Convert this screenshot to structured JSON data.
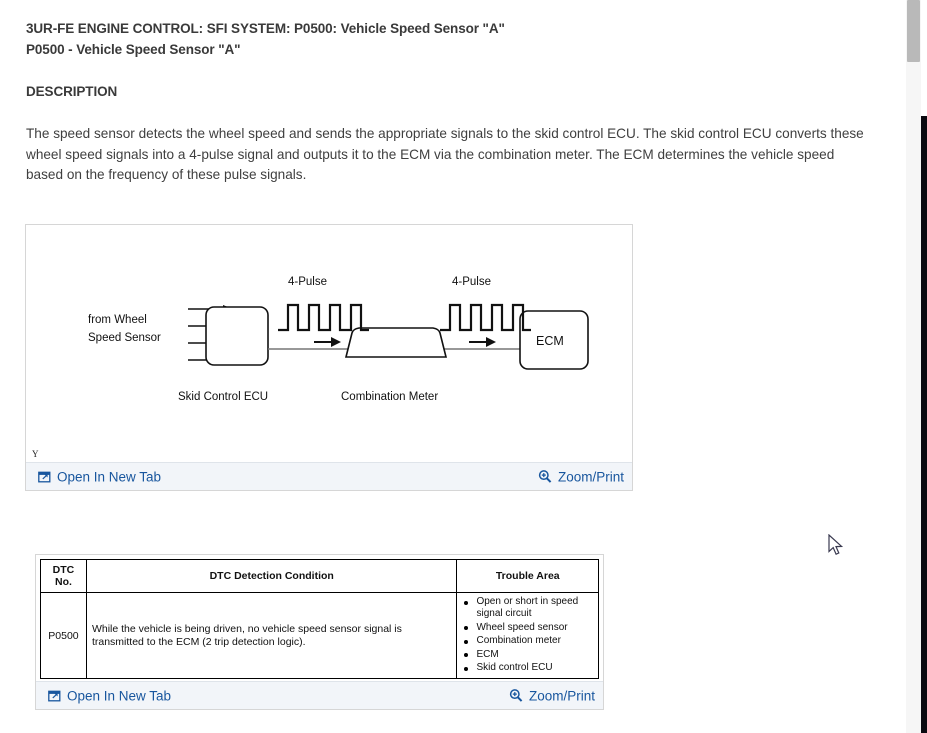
{
  "document": {
    "title": "3UR-FE ENGINE CONTROL: SFI SYSTEM: P0500: Vehicle Speed Sensor \"A\"",
    "subtitle": "P0500 - Vehicle Speed Sensor \"A\"",
    "section_heading": "DESCRIPTION",
    "description": "The speed sensor detects the wheel speed and sends the appropriate signals to the skid control ECU. The skid control ECU converts these wheel speed signals into a 4-pulse signal and outputs it to the ECM via the combination meter. The ECM determines the vehicle speed based on the frequency of these pulse signals."
  },
  "figure": {
    "corner_mark": "Y",
    "labels": {
      "source": "from Wheel\nSpeed Sensor",
      "source_line1": "from Wheel",
      "source_line2": "Speed Sensor",
      "skid_ecu": "Skid Control ECU",
      "combination_meter": "Combination Meter",
      "ecm": "ECM",
      "pulse_left": "4-Pulse",
      "pulse_right": "4-Pulse"
    },
    "footer": {
      "open_label": "Open In New Tab",
      "zoom_label": "Zoom/Print"
    }
  },
  "table_figure": {
    "headers": [
      "DTC\nNo.",
      "DTC Detection Condition",
      "Trouble Area"
    ],
    "header_no_line1": "DTC",
    "header_no_line2": "No.",
    "header_condition": "DTC Detection Condition",
    "header_trouble": "Trouble Area",
    "rows": [
      {
        "dtc_no": "P0500",
        "condition": "While the vehicle is being driven, no vehicle speed sensor signal is transmitted to the ECM (2 trip detection logic).",
        "trouble_area": [
          "Open or short in speed signal circuit",
          "Wheel speed sensor",
          "Combination meter",
          "ECM",
          "Skid control ECU"
        ]
      }
    ],
    "footer": {
      "open_label": "Open In New Tab",
      "zoom_label": "Zoom/Print"
    }
  },
  "icons": {
    "open_in_new_tab": "external-window-icon",
    "zoom_print": "magnifier-plus-icon",
    "cursor": "mouse-pointer-arrow"
  },
  "colors": {
    "link": "#18569e",
    "footer_bg": "#f2f5f9",
    "text": "#3f3f3f",
    "heading": "#3a3a3a",
    "border": "#d6d6d6",
    "scroll_thumb": "#b9b9b9"
  },
  "scrollbar": {
    "thumb_top": 0,
    "thumb_height": 62
  }
}
